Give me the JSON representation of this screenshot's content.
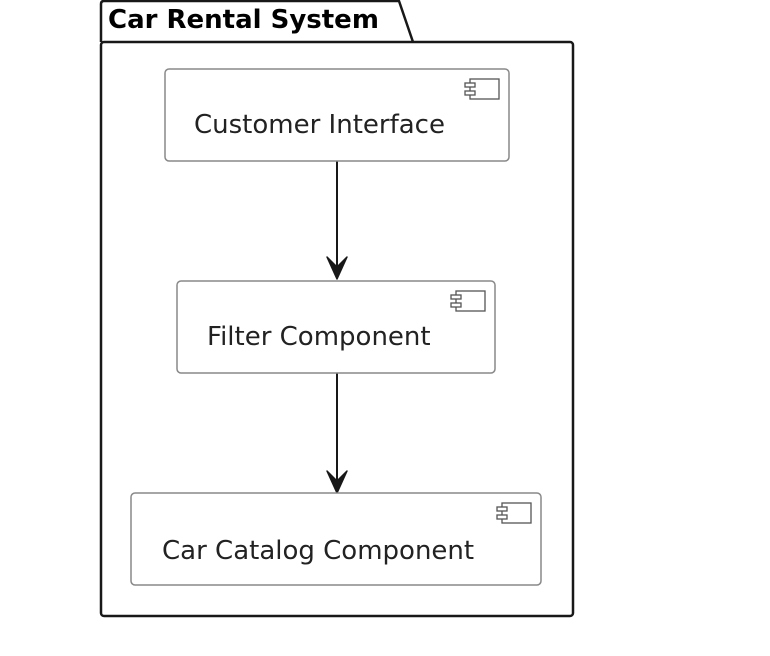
{
  "diagram": {
    "package": {
      "title": "Car Rental System"
    },
    "components": [
      {
        "label": "Customer Interface",
        "icon": "component-icon"
      },
      {
        "label": "Filter Component",
        "icon": "component-icon"
      },
      {
        "label": "Car Catalog Component",
        "icon": "component-icon"
      }
    ],
    "connections": [
      {
        "from": "Customer Interface",
        "to": "Filter Component"
      },
      {
        "from": "Filter Component",
        "to": "Car Catalog Component"
      }
    ],
    "colors": {
      "stroke": "#181818",
      "box_border": "#888888",
      "background": "#ffffff"
    }
  }
}
